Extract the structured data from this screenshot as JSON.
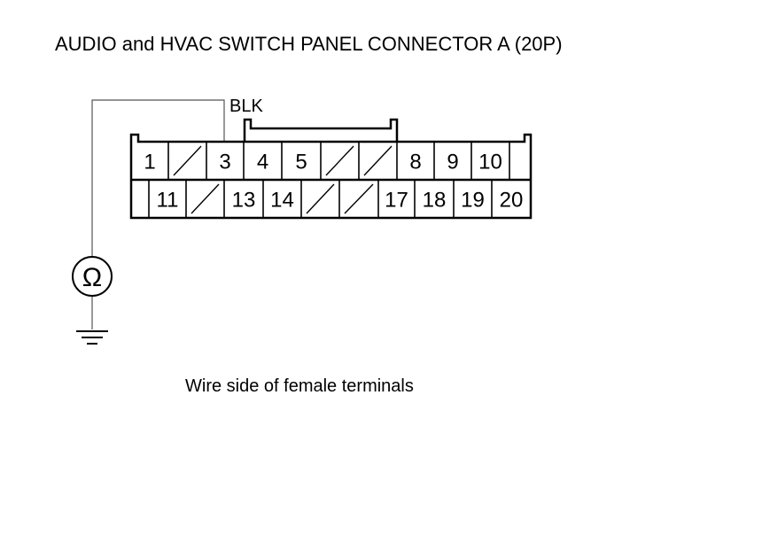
{
  "title": "AUDIO and HVAC SWITCH PANEL CONNECTOR A (20P)",
  "wire_color_label": "BLK",
  "caption": "Wire side of female terminals",
  "meter": {
    "symbol": "Ω",
    "icon": "ohmmeter-icon"
  },
  "ground": {
    "icon": "ground-icon"
  },
  "connector": {
    "pin_count": 20,
    "top_row": [
      "1",
      "",
      "3",
      "4",
      "5",
      "",
      "",
      "8",
      "9",
      "10"
    ],
    "bottom_row": [
      "11",
      "",
      "13",
      "14",
      "",
      "",
      "17",
      "18",
      "19",
      "20"
    ],
    "probed_pin": "3"
  }
}
